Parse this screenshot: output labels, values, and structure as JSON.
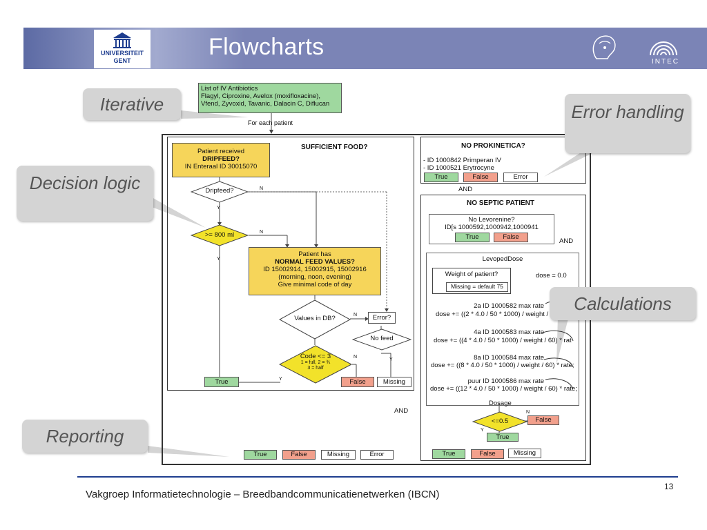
{
  "slide": {
    "title": "Flowcharts",
    "page_number": "13",
    "footer": "Vakgroep Informatietechnologie – Breedbandcommunicatienetwerken (IBCN)"
  },
  "logos": {
    "ugent_line1": "UNIVERSITEIT",
    "ugent_line2": "GENT",
    "intec": "INTEC"
  },
  "callouts": {
    "iterative": "Iterative",
    "decision_logic": "Decision logic",
    "reporting": "Reporting",
    "error_handling": "Error handling",
    "calculations": "Calculations"
  },
  "diagram": {
    "antibiotics": {
      "line1": "List of IV Antibiotics",
      "line2": "Flagyl, Ciproxine, Avelox (moxifloxacine),",
      "line3": "Vfend, Zyvoxid, Tavanic, Dalacin C, Diflucan"
    },
    "for_each": "For each patient",
    "sufficient_food": {
      "heading": "SUFFICIENT FOOD?",
      "dripfeed_line1": "Patient received",
      "dripfeed_line2": "DRIPFEED?",
      "dripfeed_line3": "IN Enteraal ID 30015070",
      "dripfeed_q": "Dripfeed?",
      "ge800": ">= 800 ml",
      "normal_line1": "Patient has",
      "normal_line2": "NORMAL FEED VALUES?",
      "normal_line3": "ID 15002914, 15002915, 15002916",
      "normal_line4": "(morning, noon, evening)",
      "normal_line5": "Give minimal code of day",
      "values_in_db": "Values in DB?",
      "error": "Error?",
      "no_feed": "No feed",
      "code_line1": "Code <= 3",
      "code_line2": "1 = full, 2 = ¾",
      "code_line3": "3 = half",
      "true": "True",
      "false": "False",
      "missing": "Missing",
      "n": "N",
      "yv": "Y"
    },
    "no_prokinetica": {
      "heading": "NO PROKINETICA?",
      "item1": "- ID 1000842 Primperan IV",
      "item2": "- ID 1000521 Erytrocyne",
      "true": "True",
      "false": "False",
      "error": "Error"
    },
    "and_labels": [
      "AND",
      "AND",
      "AND"
    ],
    "no_septic": {
      "heading": "NO SEPTIC PATIENT",
      "no_levo_line1": "No Levorenine?",
      "no_levo_line2": "ID[s 1000592,1000942,1000941",
      "true": "True",
      "false": "False",
      "levoped": "LevopedDose",
      "weight": "Weight of patient?",
      "missing_default": "Missing = default 75",
      "dose0": "dose = 0.0",
      "calc1a": "2a ID 1000582 max rate",
      "calc1b": "dose += ((2 * 4.0 / 50 * 1000) / weight / 6",
      "calc2a": "4a ID 1000583 max rate",
      "calc2b": "dose += ((4 * 4.0 / 50 * 1000) / weight / 60) * rat",
      "calc3a": "8a ID 1000584 max rate",
      "calc3b": "dose += ((8 * 4.0 / 50 * 1000) / weight / 60) * rate;",
      "calc4a": "puur ID 1000586 max rate",
      "calc4b": "dose += ((12 * 4.0 / 50 * 1000) / weight / 60) * rate;",
      "dosage": "Dosage",
      "le05": "<=0.5",
      "n": "N",
      "yv": "Y",
      "false_small": "False",
      "true_small": "True",
      "bottom_true": "True",
      "bottom_false": "False",
      "bottom_missing": "Missing"
    },
    "reporting": {
      "true": "True",
      "false": "False",
      "missing": "Missing",
      "error": "Error"
    }
  }
}
